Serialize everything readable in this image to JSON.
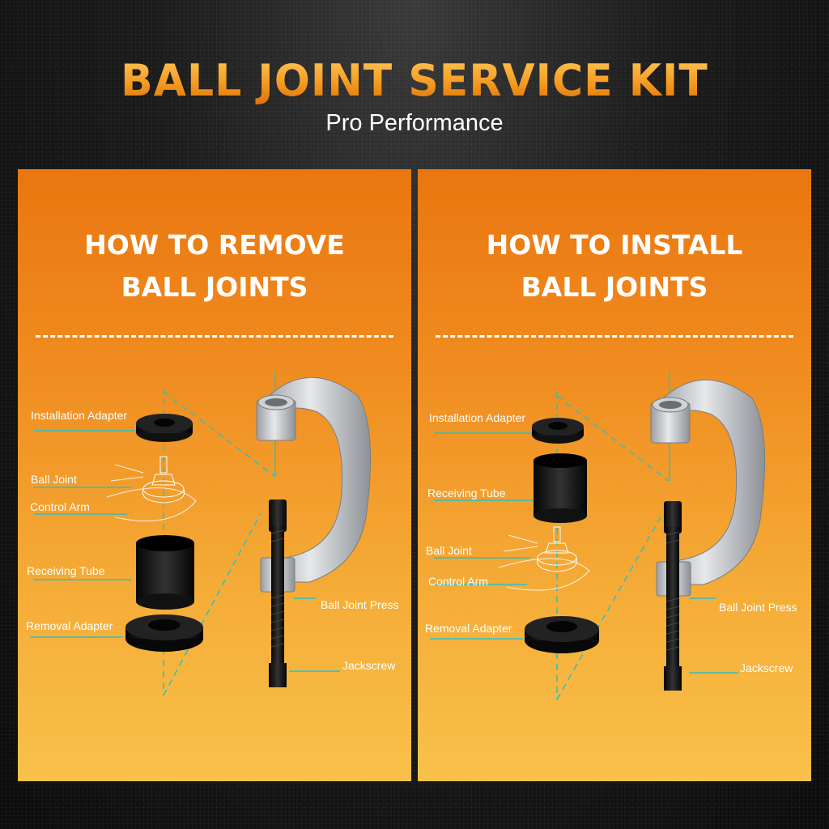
{
  "header": {
    "title": "BALL JOINT SERVICE KIT",
    "subtitle": "Pro Performance"
  },
  "colors": {
    "accent": "#f39a1f",
    "panel_top": "#ea7610",
    "panel_bottom": "#f8c14a",
    "guide_line": "#2fc0c0",
    "part": "#111111"
  },
  "remove_panel": {
    "title_line1": "HOW TO REMOVE",
    "title_line2": "BALL JOINTS",
    "labels": {
      "installation_adapter": "Installation Adapter",
      "ball_joint": "Ball Joint",
      "control_arm": "Control Arm",
      "receiving_tube": "Receiving Tube",
      "removal_adapter": "Removal Adapter",
      "ball_joint_press": "Ball Joint Press",
      "jackscrew": "Jackscrew"
    }
  },
  "install_panel": {
    "title_line1": "HOW TO INSTALL",
    "title_line2": "BALL JOINTS",
    "labels": {
      "installation_adapter": "Installation Adapter",
      "receiving_tube": "Receiving Tube",
      "ball_joint": "Ball Joint",
      "control_arm": "Control Arm",
      "removal_adapter": "Removal Adapter",
      "ball_joint_press": "Ball Joint Press",
      "jackscrew": "Jackscrew"
    }
  }
}
